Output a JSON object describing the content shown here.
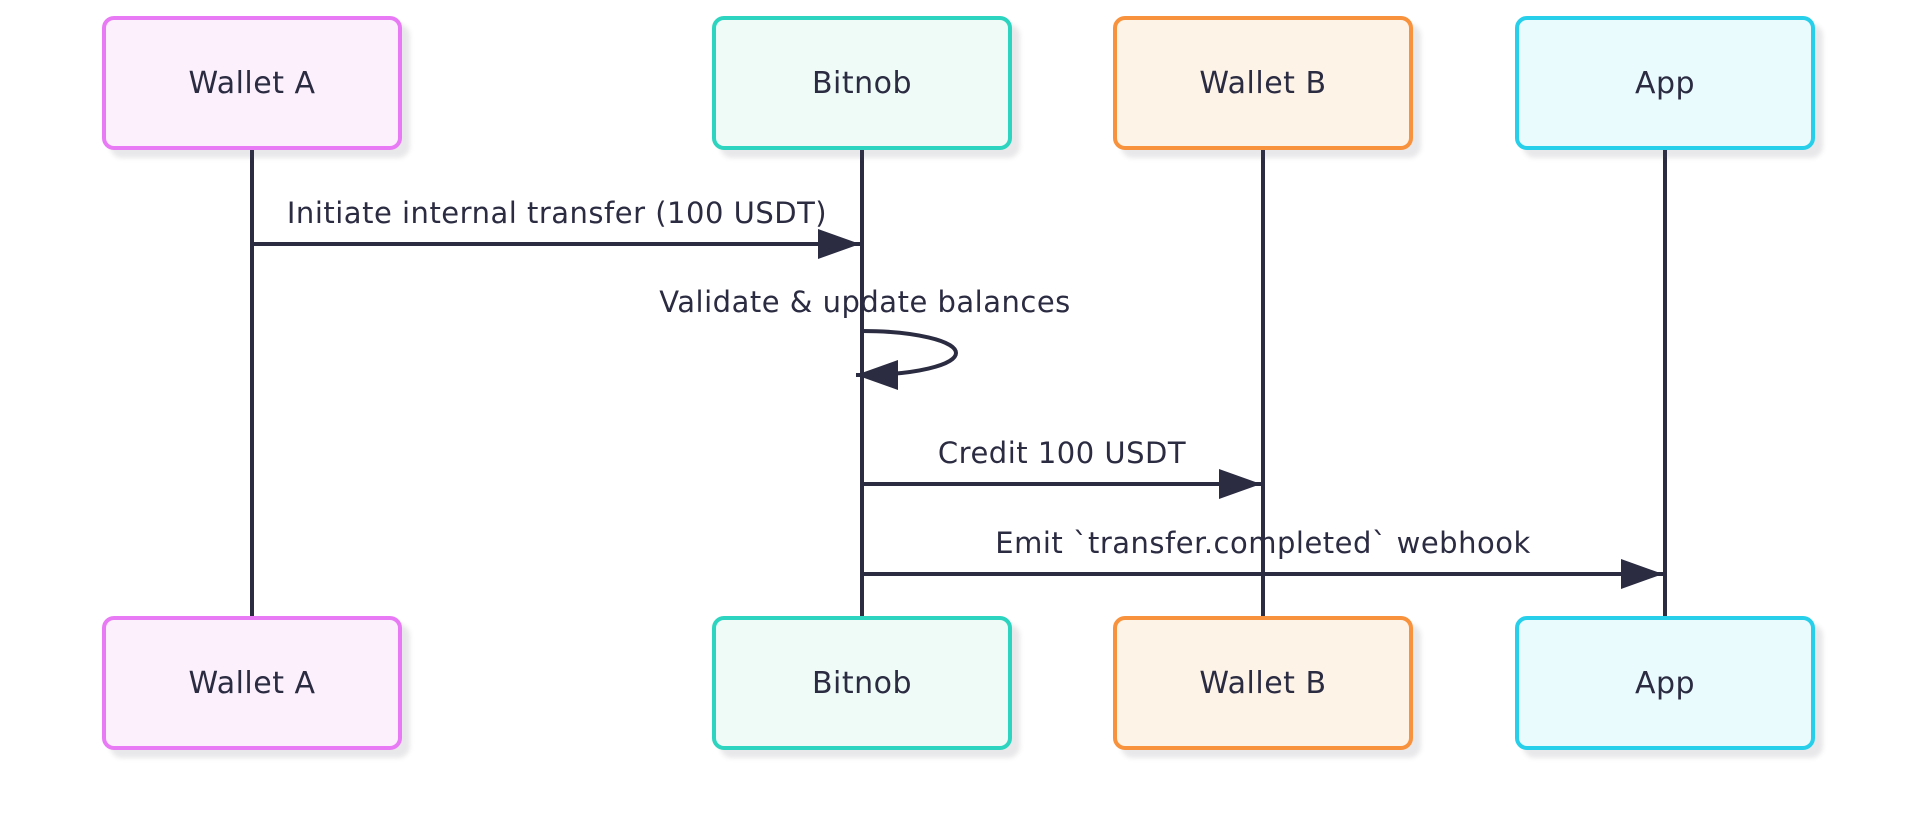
{
  "diagram": {
    "type": "sequence-diagram",
    "background_color": "#ffffff",
    "line_color": "#2b2b42",
    "text_color": "#2b2b42",
    "actors": [
      {
        "id": "walletA",
        "label": "Wallet A",
        "border_color": "#e87bf5",
        "fill_color": "#fbf0fc"
      },
      {
        "id": "bitnob",
        "label": "Bitnob",
        "border_color": "#2dd4bf",
        "fill_color": "#eefbf7"
      },
      {
        "id": "walletB",
        "label": "Wallet B",
        "border_color": "#f8923c",
        "fill_color": "#fdf3e7"
      },
      {
        "id": "app",
        "label": "App",
        "border_color": "#27cfea",
        "fill_color": "#eafbfe"
      }
    ],
    "messages": [
      {
        "text": "Initiate internal transfer (100 USDT)",
        "from": "Wallet A",
        "to": "Bitnob",
        "style": "solid-arrow"
      },
      {
        "text": "Validate & update balances",
        "from": "Bitnob",
        "to": "Bitnob",
        "style": "self-loop"
      },
      {
        "text": "Credit 100 USDT",
        "from": "Bitnob",
        "to": "Wallet B",
        "style": "solid-arrow"
      },
      {
        "text": "Emit `transfer.completed` webhook",
        "from": "Bitnob",
        "to": "App",
        "style": "solid-arrow"
      }
    ]
  }
}
